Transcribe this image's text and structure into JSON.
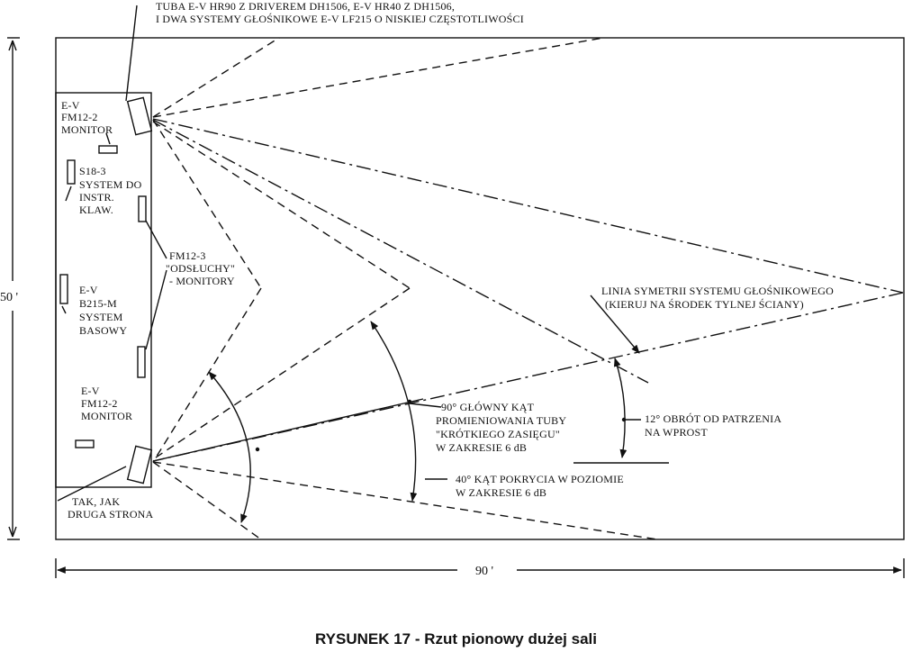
{
  "top_note": {
    "line1": "TUBA E-V HR90 Z DRIVEREM DH1506, E-V HR40 Z DH1506,",
    "line2": "I DWA SYSTEMY GŁOŚNIKOWE E-V LF215  O NISKIEJ CZĘSTOTLIWOŚCI"
  },
  "monitor_top": {
    "line1": "E-V",
    "line2": "FM12-2",
    "line3": "MONITOR"
  },
  "keyboard_system": {
    "line1": "S18-3",
    "line2": "SYSTEM DO",
    "line3": "INSTR.",
    "line4": "KLAW."
  },
  "side_monitors": {
    "line1": "FM12-3",
    "line2": "\"ODSŁUCHY\"",
    "line3": "- MONITORY"
  },
  "bass_system": {
    "line1": "E-V",
    "line2": "B215-M",
    "line3": "SYSTEM",
    "line4": "BASOWY"
  },
  "monitor_bottom": {
    "line1": "E-V",
    "line2": "FM12-2",
    "line3": "MONITOR"
  },
  "other_side": {
    "line1": "TAK, JAK",
    "line2": "DRUGA STRONA"
  },
  "symmetry_line": {
    "line1": "LINIA SYMETRII SYSTEMU GŁOŚNIKOWEGO",
    "line2": "(KIERUJ NA ŚRODEK TYLNEJ ŚCIANY)"
  },
  "main_angle": {
    "line1": "90° GŁÓWNY KĄT",
    "line2": "PROMIENIOWANIA  TUBY",
    "line3": "\"KRÓTKIEGO ZASIĘGU\"",
    "line4": "W ZAKRESIE 6 dB"
  },
  "rotation": {
    "line1": "12° OBRÓT OD PATRZENIA",
    "line2": "NA WPROST"
  },
  "coverage": {
    "line1": "40° KĄT POKRYCIA W POZIOMIE",
    "line2": "W ZAKRESIE 6 dB"
  },
  "dims": {
    "height": "50 '",
    "width": "90 '"
  },
  "caption": "RYSUNEK 17 - Rzut pionowy dużej sali"
}
